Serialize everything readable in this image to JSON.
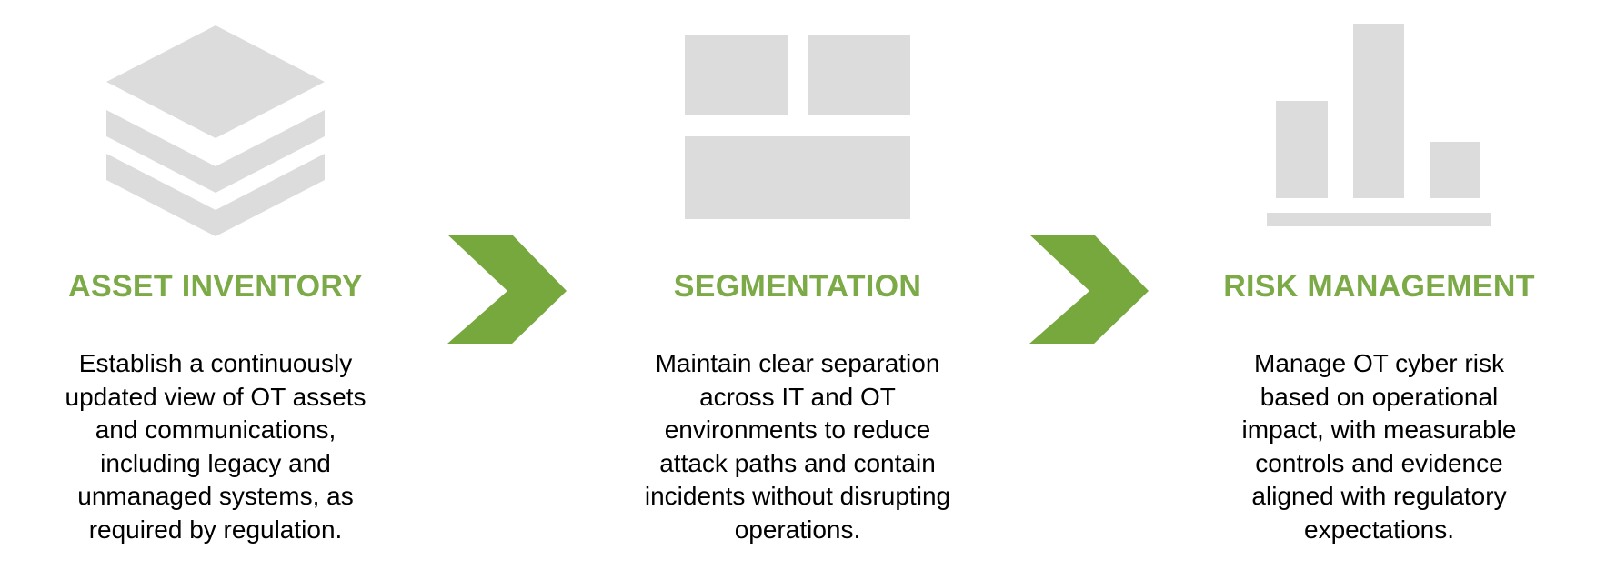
{
  "colors": {
    "background": "#ffffff",
    "accent_green_arrow": "#76a83e",
    "heading_green": "#7baa47",
    "icon_gray": "#dcdcdc",
    "body_text": "#000000"
  },
  "steps": [
    {
      "title": "ASSET INVENTORY",
      "icon": "layers-stack-icon",
      "description_lines": [
        "Establish a continuously",
        "updated view of OT assets",
        "and communications,",
        "including legacy and",
        "unmanaged systems, as",
        "required by regulation."
      ]
    },
    {
      "title": "SEGMENTATION",
      "icon": "segmented-blocks-icon",
      "description_lines": [
        "Maintain clear separation",
        "across IT and OT",
        "environments to reduce",
        "attack paths and contain",
        "incidents without disrupting",
        "operations."
      ]
    },
    {
      "title": "RISK MANAGEMENT",
      "icon": "bar-chart-icon",
      "description_lines": [
        "Manage OT cyber risk",
        "based on operational",
        "impact, with measurable",
        "controls and evidence",
        "aligned with regulatory",
        "expectations."
      ]
    }
  ],
  "arrows": [
    {
      "name": "chevron-right"
    },
    {
      "name": "chevron-right"
    }
  ]
}
